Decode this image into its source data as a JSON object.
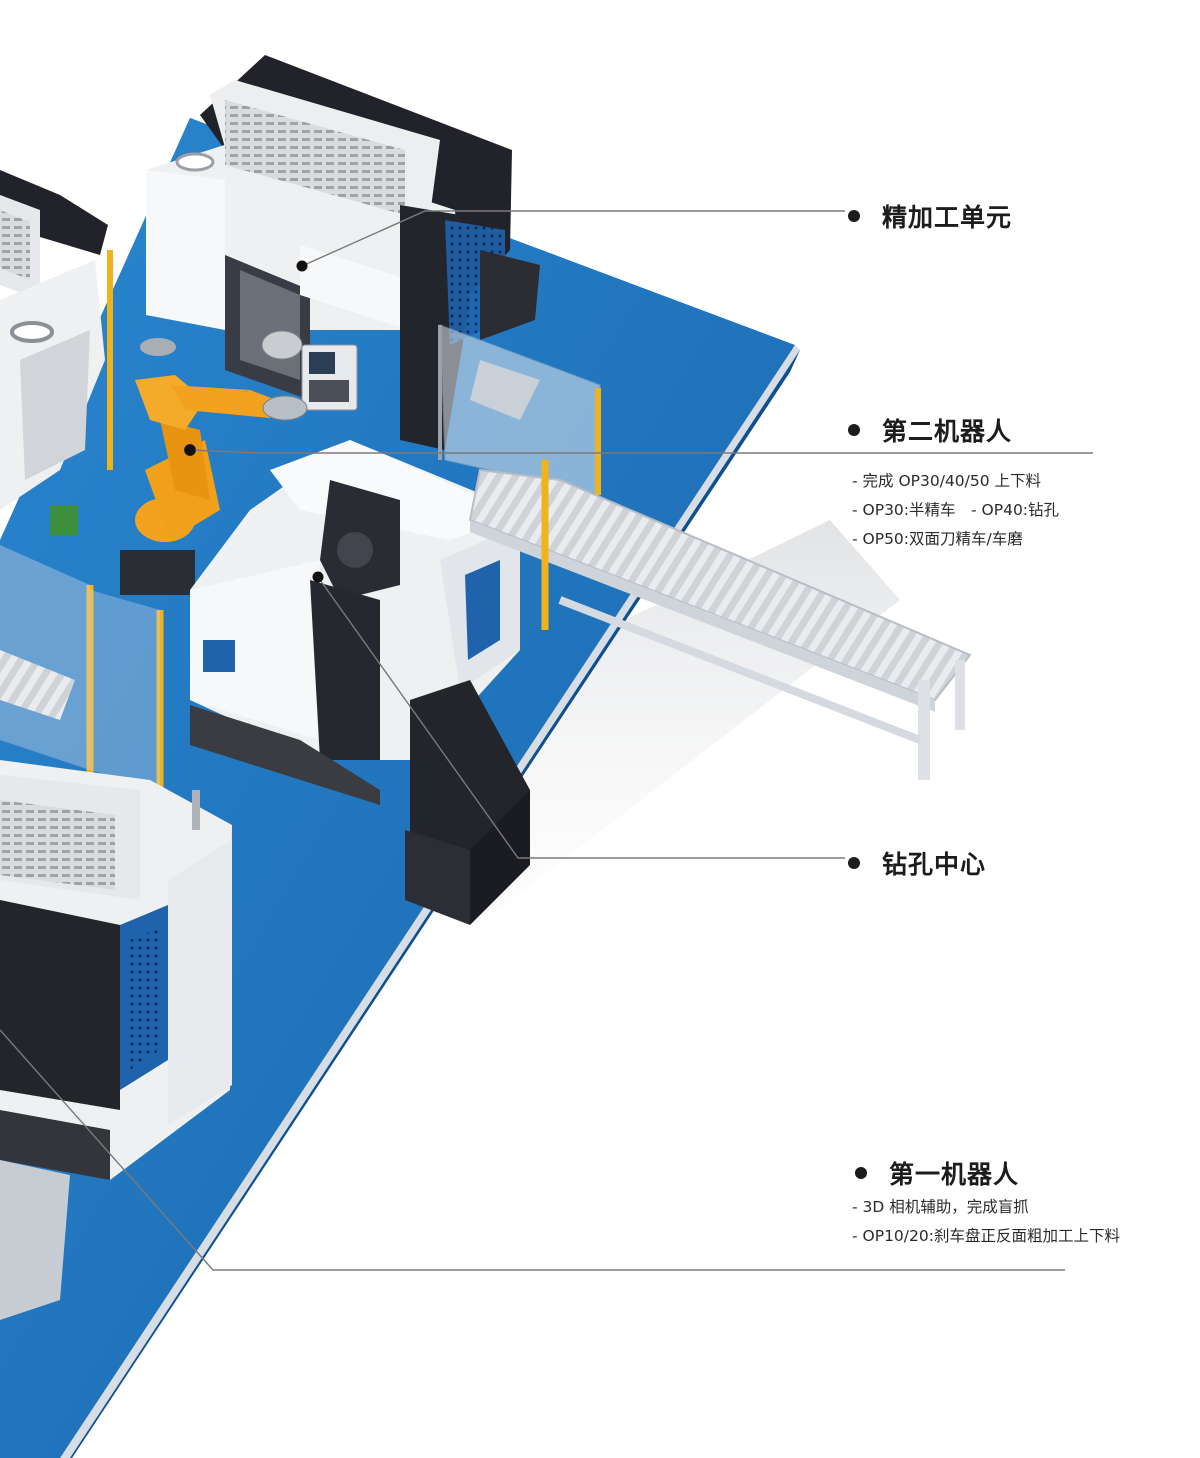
{
  "callouts": [
    {
      "id": "finishing",
      "title": "精加工单元",
      "notes": []
    },
    {
      "id": "robot2",
      "title": "第二机器人",
      "notes": [
        "- 完成 OP30/40/50 上下料",
        "- OP30:半精车　- OP40:钻孔",
        "- OP50:双面刀精车/车磨"
      ]
    },
    {
      "id": "drilling",
      "title": "钻孔中心",
      "notes": []
    },
    {
      "id": "robot1",
      "title": "第一机器人",
      "notes": [
        "- 3D 相机辅助，完成盲抓",
        "- OP10/20:刹车盘正反面粗加工上下料"
      ]
    }
  ],
  "colors": {
    "floor_blue": "#1f78c2",
    "machine_white": "#f2f3f5",
    "machine_dark": "#25262c",
    "robot_orange": "#f3a21f",
    "fence_yellow": "#f0b31b",
    "leader_line": "#7a7a7a"
  }
}
